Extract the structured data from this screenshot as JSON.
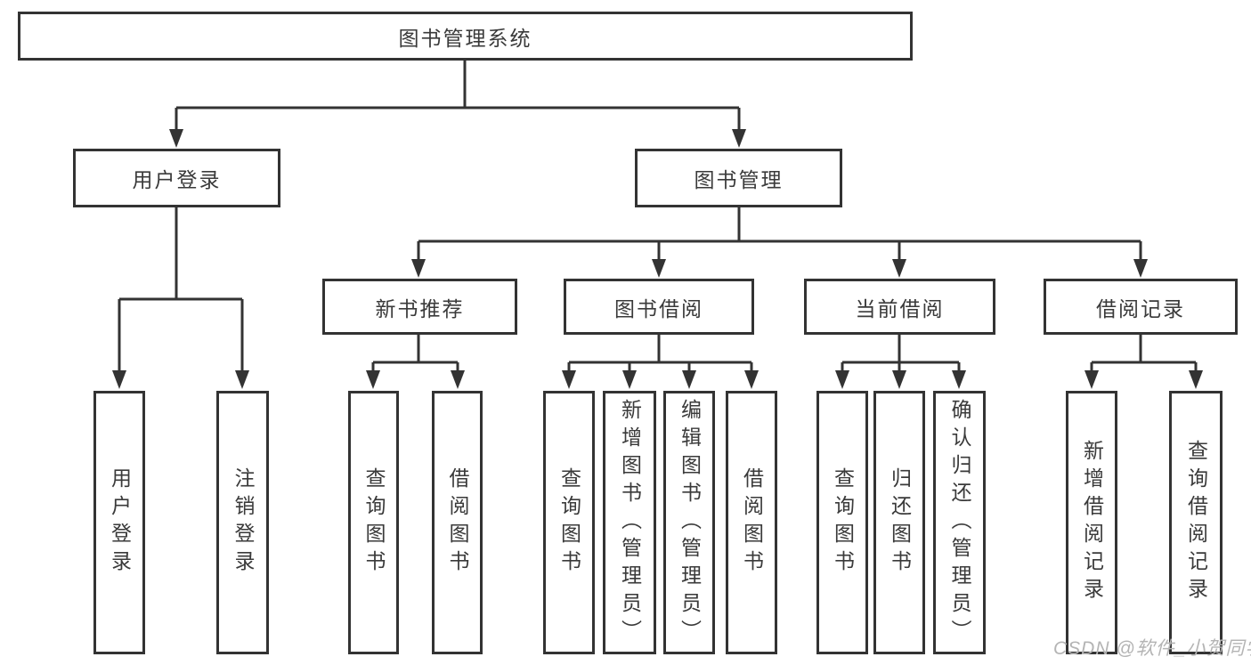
{
  "diagram_type": "hierarchy-tree",
  "colors": {
    "line": "#333333",
    "box_border": "#333333",
    "text": "#3a3a3a",
    "background": "#ffffff",
    "watermark": "#b4b4b4"
  },
  "tree": {
    "root": {
      "label": "图书管理系统"
    },
    "branches": [
      {
        "label": "用户登录",
        "children": [
          {
            "label": "用户登录"
          },
          {
            "label": "注销登录"
          }
        ]
      },
      {
        "label": "图书管理",
        "children": [
          {
            "label": "新书推荐",
            "children": [
              {
                "label": "查询图书"
              },
              {
                "label": "借阅图书"
              }
            ]
          },
          {
            "label": "图书借阅",
            "children": [
              {
                "label": "查询图书"
              },
              {
                "label": "新增图书（管理员）"
              },
              {
                "label": "编辑图书（管理员）"
              },
              {
                "label": "借阅图书"
              }
            ]
          },
          {
            "label": "当前借阅",
            "children": [
              {
                "label": "查询图书"
              },
              {
                "label": "归还图书"
              },
              {
                "label": "确认归还（管理员）"
              }
            ]
          },
          {
            "label": "借阅记录",
            "children": [
              {
                "label": "新增借阅记录"
              },
              {
                "label": "查询借阅记录"
              }
            ]
          }
        ]
      }
    ]
  },
  "watermark": {
    "text": "CSDN @软件_小贺同学"
  }
}
